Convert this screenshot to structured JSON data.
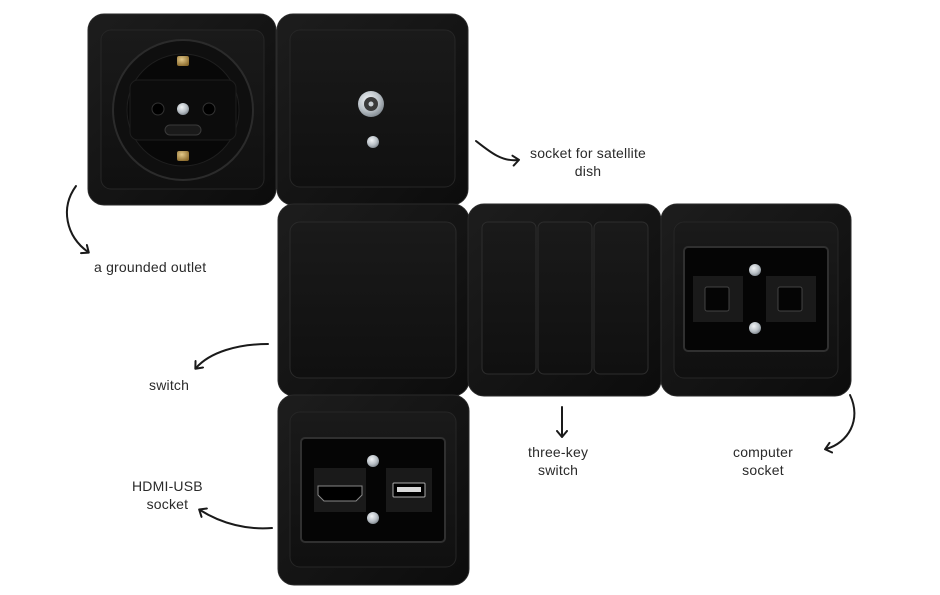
{
  "labels": {
    "outlet": "a grounded outlet",
    "satellite": [
      "socket for satellite",
      "dish"
    ],
    "switch": "switch",
    "three_key": [
      "three-key",
      "switch"
    ],
    "computer": [
      "computer",
      "socket"
    ],
    "hdmi_usb": [
      "HDMI-USB",
      "socket"
    ]
  },
  "icons": {
    "arrow": "curved-arrow-icon",
    "screw": "screw-icon"
  },
  "colors": {
    "plate": "#121212",
    "plate_edge": "#2a2a2a",
    "insert": "#0b0b0b",
    "screw": "#c9cfd4",
    "brass": "#b8954a",
    "text": "#2a2a2a",
    "background": "#ffffff"
  }
}
